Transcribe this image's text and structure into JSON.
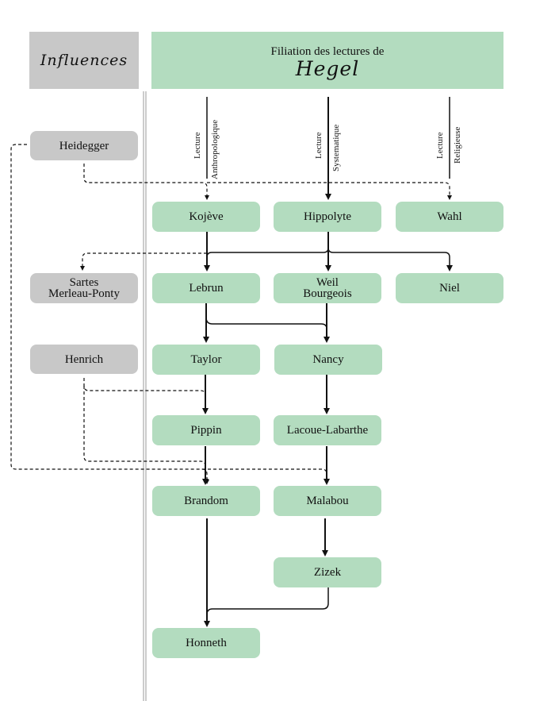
{
  "header": {
    "influences": "Influences",
    "subtitle": "Filiation des lectures de",
    "title": "Hegel"
  },
  "branches": [
    {
      "line1": "Lecture",
      "line2": "Anthropologique"
    },
    {
      "line1": "Lecture",
      "line2": "Systematique"
    },
    {
      "line1": "Lecture",
      "line2": "Religieuse"
    }
  ],
  "influences": {
    "heidegger": "Heidegger",
    "sartes": "Sartes\nMerleau-Ponty",
    "henrich": "Henrich"
  },
  "readers": {
    "kojeve": "Kojève",
    "hippolyte": "Hippolyte",
    "wahl": "Wahl",
    "lebrun": "Lebrun",
    "weil": "Weil\nBourgeois",
    "niel": "Niel",
    "taylor": "Taylor",
    "nancy": "Nancy",
    "pippin": "Pippin",
    "lacoue": "Lacoue-Labarthe",
    "brandom": "Brandom",
    "malabou": "Malabou",
    "zizek": "Zizek",
    "honneth": "Honneth"
  },
  "colors": {
    "reader_box": "#b3dcbf",
    "influence_box": "#c8c8c8"
  }
}
